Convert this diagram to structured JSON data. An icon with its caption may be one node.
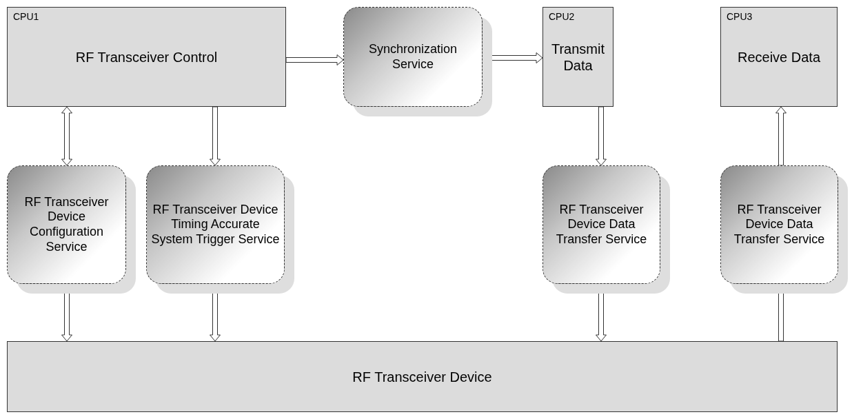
{
  "diagram": {
    "nodes": [
      {
        "text": [
          "CPU1",
          "RF Transceiver Control"
        ]
      },
      {
        "text": [
          "Synchronization Service"
        ]
      },
      {
        "text": [
          "CPU2",
          "Transmit Data"
        ]
      },
      {
        "text": [
          "CPU3",
          "Receive Data"
        ]
      },
      {
        "text": [
          "RF Transceiver Device Configuration Service"
        ]
      },
      {
        "text": [
          "RF Transceiver Device Timing Accurate System Trigger Service"
        ]
      },
      {
        "text": [
          "RF Transceiver Device Data Transfer Service"
        ]
      },
      {
        "text": [
          "RF Transceiver Device Data Transfer Service"
        ]
      },
      {
        "text": [
          "RF Transceiver Device"
        ]
      }
    ],
    "edges": [
      {
        "from": 0,
        "to": 1,
        "arrow": "to"
      },
      {
        "from": 1,
        "to": 2,
        "arrow": "to"
      },
      {
        "from": 0,
        "to": 4,
        "arrow": "both"
      },
      {
        "from": 0,
        "to": 5,
        "arrow": "to"
      },
      {
        "from": 2,
        "to": 6,
        "arrow": "to"
      },
      {
        "from": 7,
        "to": 3,
        "arrow": "to"
      },
      {
        "from": 4,
        "to": 8,
        "arrow": "both"
      },
      {
        "from": 5,
        "to": 8,
        "arrow": "to"
      },
      {
        "from": 6,
        "to": 8,
        "arrow": "to"
      },
      {
        "from": 8,
        "to": 7,
        "arrow": "to"
      }
    ]
  }
}
